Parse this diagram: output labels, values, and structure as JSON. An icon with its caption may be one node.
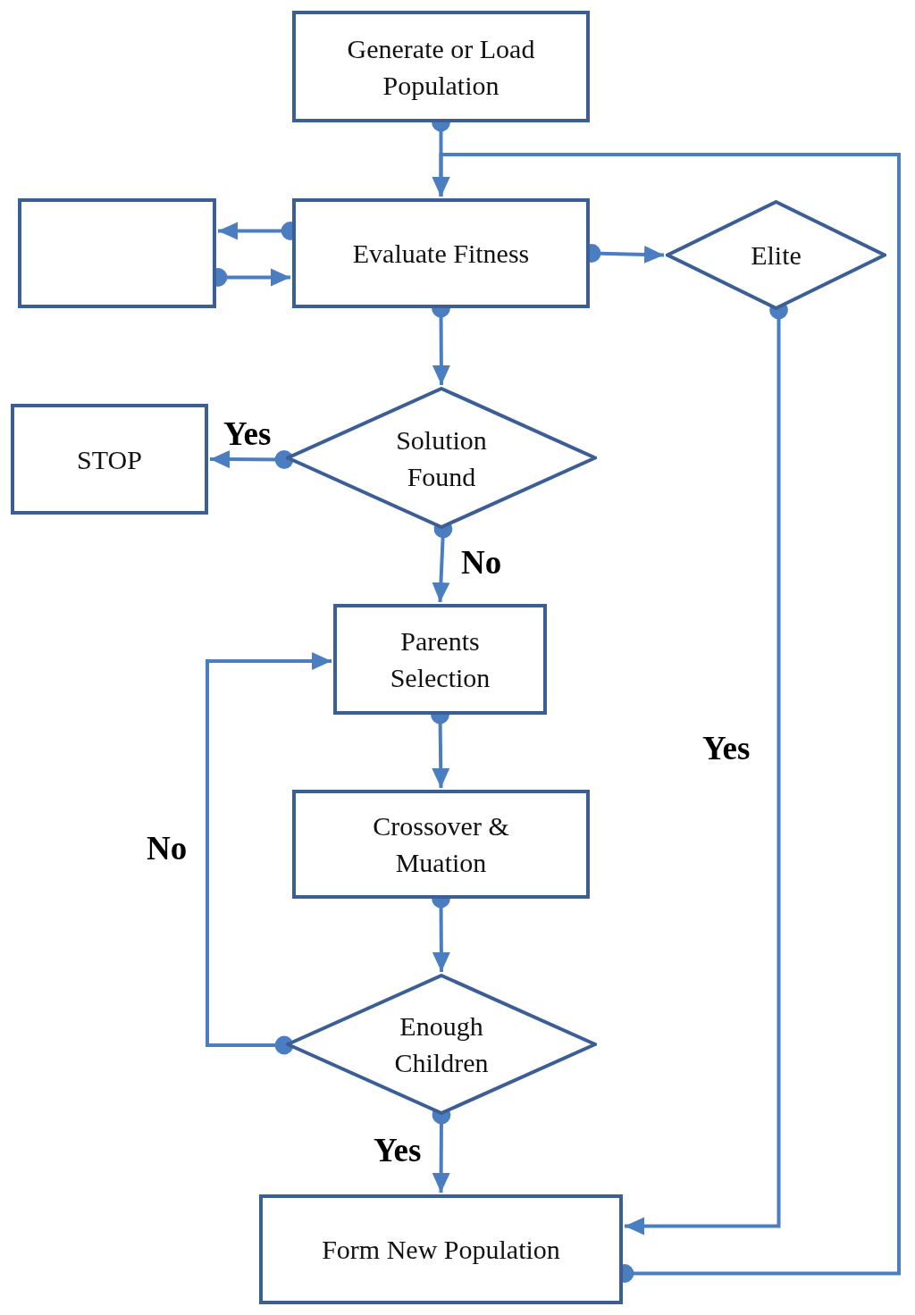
{
  "diagram": {
    "nodes": [
      {
        "text": [
          "Generate or Load Population"
        ]
      },
      {
        "text": [],
        "shape": "box"
      },
      {
        "text": [
          "Evaluate Fitness"
        ]
      },
      {
        "text": [
          "Elite"
        ]
      },
      {
        "text": [
          "STOP"
        ]
      },
      {
        "text": [
          "Solution Found"
        ]
      },
      {
        "text": [
          "Parents Selection"
        ]
      },
      {
        "text": [
          "Crossover & Muation"
        ]
      },
      {
        "text": [
          "Enough Children"
        ]
      },
      {
        "text": [
          "Form New Population"
        ]
      }
    ],
    "edges": [
      {
        "from": 0,
        "to": 2,
        "arrow": "to"
      },
      {
        "from": 2,
        "to": 1,
        "arrow": "to"
      },
      {
        "from": 1,
        "to": 2,
        "arrow": "to"
      },
      {
        "from": 2,
        "to": 3,
        "arrow": "to"
      },
      {
        "from": 2,
        "to": 5,
        "arrow": "to"
      },
      {
        "from": 5,
        "to": 4,
        "arrow": "to",
        "label": "Yes"
      },
      {
        "from": 5,
        "to": 6,
        "arrow": "to",
        "label": "No"
      },
      {
        "from": 6,
        "to": 7,
        "arrow": "to"
      },
      {
        "from": 7,
        "to": 8,
        "arrow": "to"
      },
      {
        "from": 8,
        "to": 6,
        "arrow": "to",
        "label": "No"
      },
      {
        "from": 8,
        "to": 9,
        "arrow": "to",
        "label": "Yes"
      },
      {
        "from": 3,
        "to": 9,
        "arrow": "to",
        "label": "Yes"
      },
      {
        "from": 9,
        "to": 2,
        "arrow": "to"
      }
    ]
  }
}
